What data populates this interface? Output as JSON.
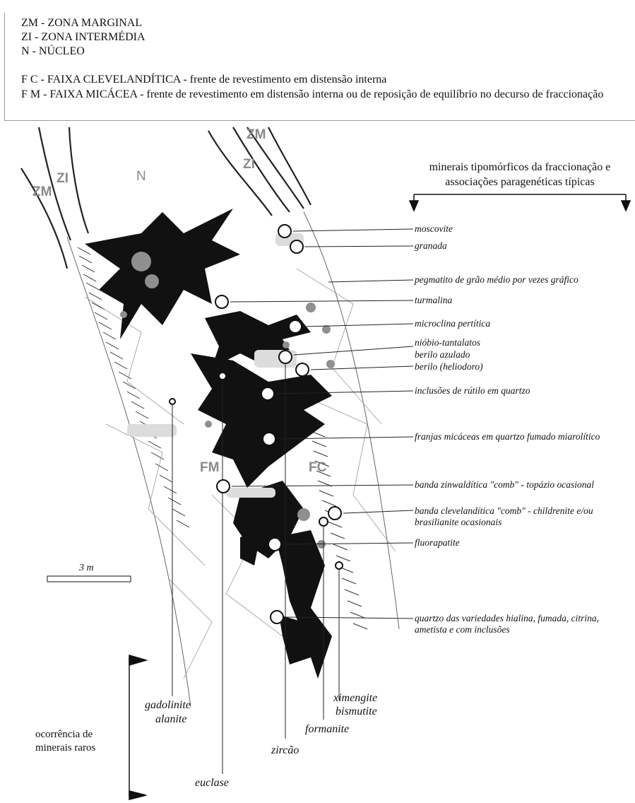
{
  "legend": {
    "zm": "ZM - ZONA MARGINAL",
    "zi": "ZI - ZONA INTERMÉDIA",
    "n": "N - NÚCLEO",
    "fc": "F C - FAIXA CLEVELANDÍTICA - frente de revestimento em distensão interna",
    "fm": "F M - FAIXA MICÁCEA - frente de revestimento em distensão interna ou de reposição de equilíbrio no decurso de fraccionação"
  },
  "zones": {
    "zm_left": "ZM",
    "zi_left": "ZI",
    "n": "N",
    "zm_right": "ZM",
    "zi_right": "ZI",
    "fm": "FM",
    "fc": "FC"
  },
  "header_right": "minerais tipomórficos da fraccionação e associações paragenéticas típicas",
  "scale": "3 m",
  "mineral_labels": [
    "moscovite",
    "granada",
    "pegmatito de grão médio por vezes gráfico",
    "turmalina",
    "microclina pertítica",
    "nióbio-tantalatos",
    "berilo azulado",
    "berilo (heliodoro)",
    "inclusões de rútilo em quartzo",
    "franjas micáceas em quartzo fumado miarolítico",
    "banda zinwaldítica \"comb\" - topázio ocasional",
    "banda clevelandítica \"comb\" - childrenite e/ou brasilianite ocasionais",
    "fluorapatite",
    "quartzo das variedades hialina, fumada, citrina, ametista e com inclusões"
  ],
  "rare": {
    "caption": "ocorrência de minerais raros",
    "gadolinite": "gadolinite",
    "alanite": "alanite",
    "euclase": "euclase",
    "zircao": "zircão",
    "formanite": "formanite",
    "ximengite": "ximengite",
    "bismutite": "bismutite"
  }
}
